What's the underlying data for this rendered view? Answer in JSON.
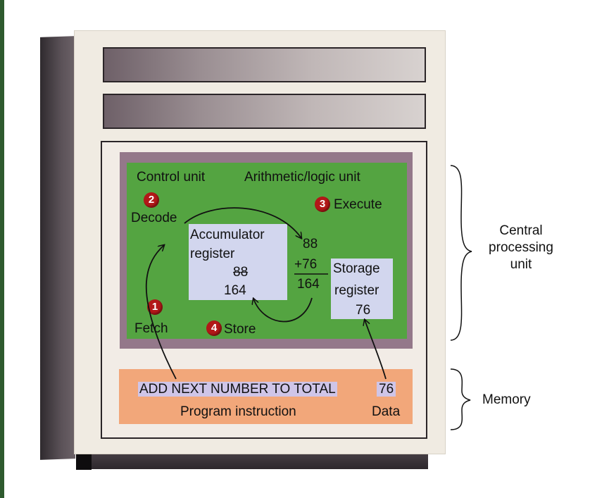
{
  "cpu": {
    "control_unit": "Control unit",
    "alu": "Arithmetic/logic unit",
    "steps": [
      {
        "number": "1",
        "label": "Fetch"
      },
      {
        "number": "2",
        "label": "Decode"
      },
      {
        "number": "3",
        "label": "Execute"
      },
      {
        "number": "4",
        "label": "Store"
      }
    ],
    "accumulator": {
      "title_line1": "Accumulator",
      "title_line2": "register",
      "old_value": "88",
      "new_value": "164"
    },
    "arithmetic": {
      "operand1": "88",
      "operand2": "+76",
      "result": "164"
    },
    "storage": {
      "title_line1": "Storage",
      "title_line2": "register",
      "value": "76"
    }
  },
  "memory": {
    "instruction": "ADD NEXT NUMBER TO TOTAL",
    "data_value": "76",
    "instruction_caption": "Program instruction",
    "data_caption": "Data"
  },
  "side_labels": {
    "cpu_line1": "Central",
    "cpu_line2": "processing",
    "cpu_line3": "unit",
    "memory": "Memory"
  },
  "colors": {
    "cpu_green": "#54a441",
    "cpu_border": "#94788a",
    "register_fill": "#d2d6ee",
    "memory_fill": "#f2a77a",
    "step_bubble": "#b21818"
  }
}
